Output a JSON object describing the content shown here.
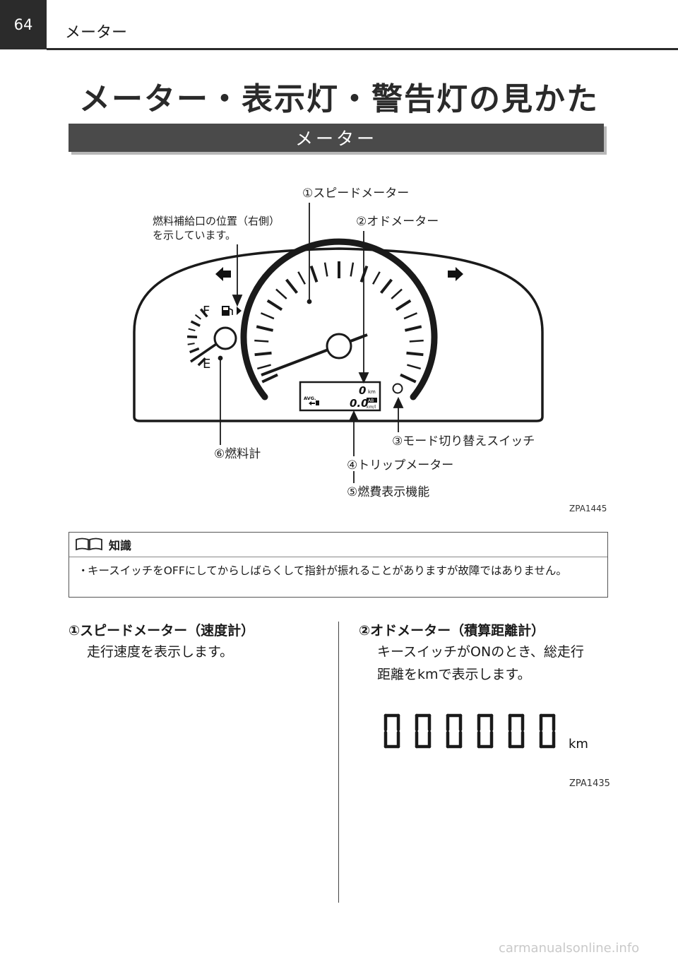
{
  "header": {
    "page_number": "64",
    "section": "メーター"
  },
  "page_title": "メーター・表示灯・警告灯の見かた",
  "section_bar": "メーター",
  "diagram": {
    "callouts": {
      "speedometer": "①スピードメーター",
      "odometer": "②オドメーター",
      "fuel_door_line1": "燃料補給口の位置（右側）",
      "fuel_door_line2": "を示しています。",
      "mode_switch": "③モード切り替えスイッチ",
      "fuel_gauge": "⑥燃料計",
      "trip_meter": "④トリップメーター",
      "fuel_economy": "⑤燃費表示機能"
    },
    "gauge_letters": {
      "full": "F",
      "empty": "E"
    },
    "lcd": {
      "odo_value": "0",
      "odo_unit": "km",
      "avg_label": "AVG.",
      "avg_value": "0.0",
      "ab_badge": "AB",
      "avg_unit": "km/l"
    },
    "figure_code": "ZPA1445"
  },
  "note": {
    "title": "知識",
    "bullet": "・",
    "text": "キースイッチをOFFにしてからしばらくして指針が振れることがありますが故障ではありません。"
  },
  "left_column": {
    "title": "①スピードメーター（速度計）",
    "body": "走行速度を表示します。"
  },
  "right_column": {
    "title": "②オドメーター（積算距離計）",
    "body_line1": "キースイッチがONのとき、総走行",
    "body_line2": "距離をkmで表示します。",
    "odometer_digits": "000000",
    "odometer_unit": "km",
    "figure_code": "ZPA1435"
  },
  "watermark": "carmanualsonline.info"
}
